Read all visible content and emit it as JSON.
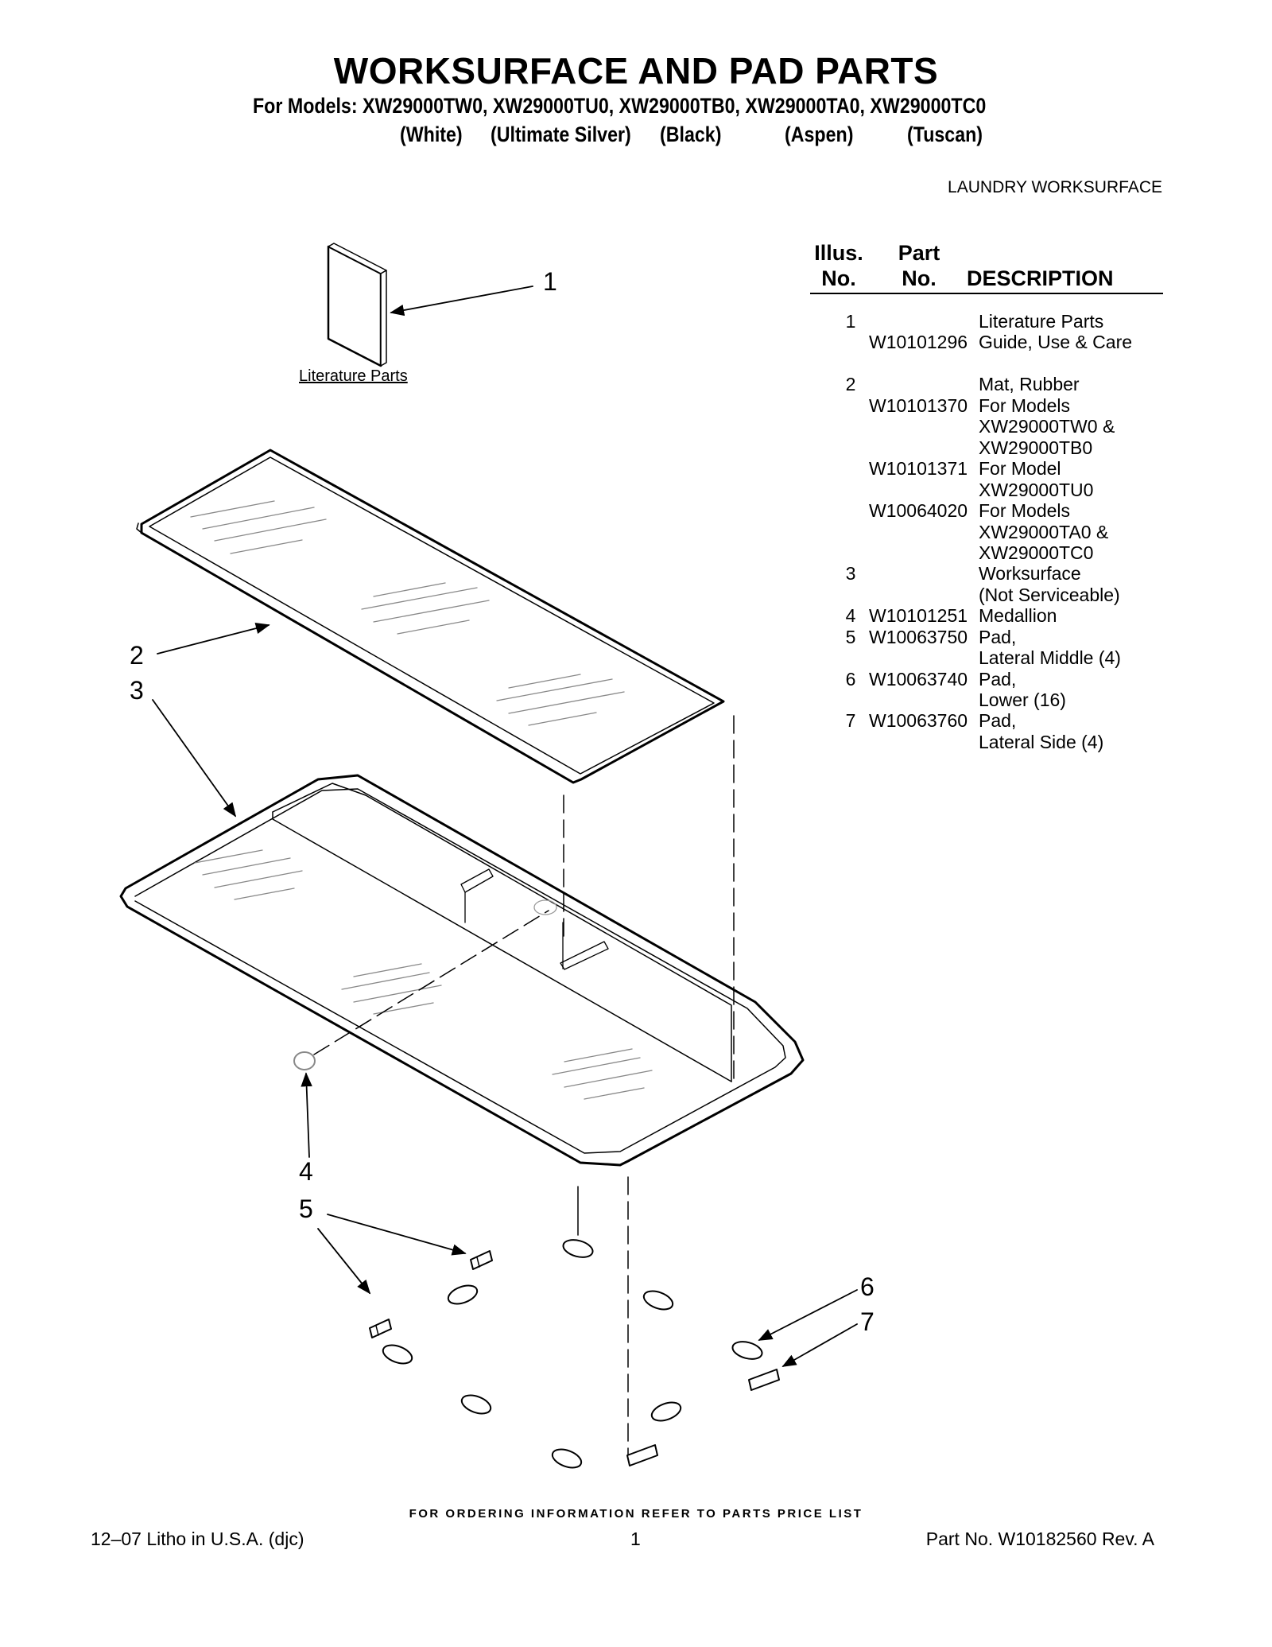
{
  "header": {
    "title": "WORKSURFACE AND PAD PARTS",
    "models_line": "For Models: XW29000TW0, XW29000TU0, XW29000TB0, XW29000TA0, XW29000TC0",
    "colors": [
      "(White)",
      "(Ultimate Silver)",
      "(Black)",
      "(Aspen)",
      "(Tuscan)"
    ],
    "category": "LAUNDRY WORKSURFACE"
  },
  "parts_table": {
    "headers": {
      "illus_1": "Illus.",
      "illus_2": "No.",
      "part_1": "Part",
      "part_2": "No.",
      "description": "DESCRIPTION"
    },
    "rows": [
      {
        "illus": "1",
        "part": "",
        "desc": "Literature Parts"
      },
      {
        "illus": "",
        "part": "W10101296",
        "desc": "Guide, Use & Care"
      },
      {
        "illus": "2",
        "part": "",
        "desc": "Mat, Rubber"
      },
      {
        "illus": "",
        "part": "W10101370",
        "desc": "For Models"
      },
      {
        "illus": "",
        "part": "",
        "desc": "XW29000TW0 &"
      },
      {
        "illus": "",
        "part": "",
        "desc": "XW29000TB0"
      },
      {
        "illus": "",
        "part": "W10101371",
        "desc": "For Model"
      },
      {
        "illus": "",
        "part": "",
        "desc": "XW29000TU0"
      },
      {
        "illus": "",
        "part": "W10064020",
        "desc": "For Models"
      },
      {
        "illus": "",
        "part": "",
        "desc": "XW29000TA0 &"
      },
      {
        "illus": "",
        "part": "",
        "desc": "XW29000TC0"
      },
      {
        "illus": "3",
        "part": "",
        "desc": "Worksurface"
      },
      {
        "illus": "",
        "part": "",
        "desc": "(Not Serviceable)"
      },
      {
        "illus": "4",
        "part": "W10101251",
        "desc": "Medallion"
      },
      {
        "illus": "5",
        "part": "W10063750",
        "desc": "Pad,"
      },
      {
        "illus": "",
        "part": "",
        "desc": "Lateral Middle (4)"
      },
      {
        "illus": "6",
        "part": "W10063740",
        "desc": "Pad,"
      },
      {
        "illus": "",
        "part": "",
        "desc": "Lower (16)"
      },
      {
        "illus": "7",
        "part": "W10063760",
        "desc": "Pad,"
      },
      {
        "illus": "",
        "part": "",
        "desc": "Lateral Side (4)"
      }
    ]
  },
  "diagram": {
    "literature_label": "Literature Parts",
    "callouts": [
      "1",
      "2",
      "3",
      "4",
      "5",
      "6",
      "7"
    ]
  },
  "footer": {
    "note": "FOR ORDERING INFORMATION REFER TO PARTS PRICE LIST",
    "left": "12–07 Litho in U.S.A. (djc)",
    "page": "1",
    "right": "Part No. W10182560 Rev. A"
  }
}
